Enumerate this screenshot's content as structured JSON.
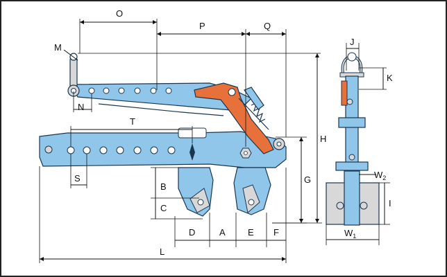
{
  "colors": {
    "body_fill": "#8fc6ea",
    "body_stroke": "#1a3550",
    "lever_orange": "#e8703a",
    "shackle_grey": "#d8d8d8",
    "background": "#ffffff",
    "border": "#222222",
    "dimension_lines": "#111111"
  },
  "labels": {
    "O": "O",
    "P": "P",
    "Q": "Q",
    "M": "M",
    "N": "N",
    "T": "T",
    "S": "S",
    "B": "B",
    "C": "C",
    "D": "D",
    "A": "A",
    "E": "E",
    "F": "F",
    "L": "L",
    "G": "G",
    "H": "H",
    "J": "J",
    "K": "K",
    "W2_main": "W",
    "W2_sub": "2",
    "W1_main": "W",
    "W1_sub": "1",
    "I": "I"
  }
}
